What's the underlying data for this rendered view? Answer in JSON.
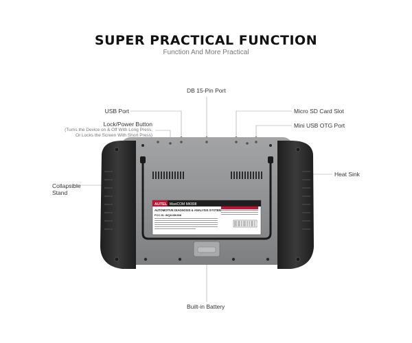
{
  "header": {
    "title": "SUPER PRACTICAL FUNCTION",
    "subtitle": "Function And More Practical"
  },
  "callouts": {
    "db15_port": "DB 15-Pin Port",
    "usb_port": "USB Port",
    "lock_power_button": "Lock/Power Button",
    "lock_power_note_1": "(Turns the Device on & Off With Long Press,",
    "lock_power_note_2": "Or Locks the Screen With Short Press)",
    "micro_sd_slot": "Micro SD Card Slot",
    "mini_usb_otg": "Mini USB OTG Port",
    "heat_sink": "Heat Sink",
    "collapsible_stand_1": "Collapsible",
    "collapsible_stand_2": "Stand",
    "built_in_battery": "Built-in Battery"
  },
  "device_label": {
    "brand": "AUTEL",
    "model": "MaxiCOM MK808",
    "system": "AUTOMOTIVE DIAGNOSIS & ANALYSIS SYSTEM",
    "fcc": "FCC ID: WQ8-MK808"
  },
  "colors": {
    "bumper": "#2b2b2b",
    "body": "#8f9092",
    "accent_red": "#c8102e"
  }
}
